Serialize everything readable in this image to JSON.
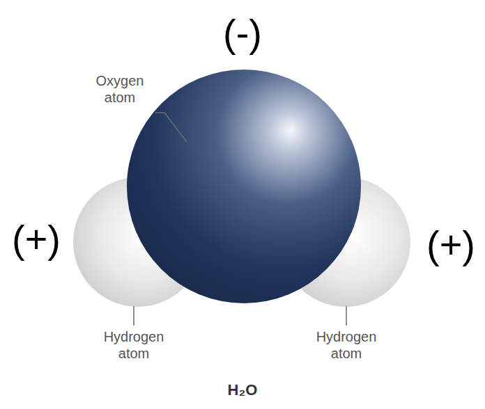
{
  "diagram": {
    "labels": [
      "(-)",
      "Oxygen atom",
      "(+)",
      "(+)",
      "Hydrogen atom",
      "Hydrogen atom",
      "H₂O"
    ]
  }
}
